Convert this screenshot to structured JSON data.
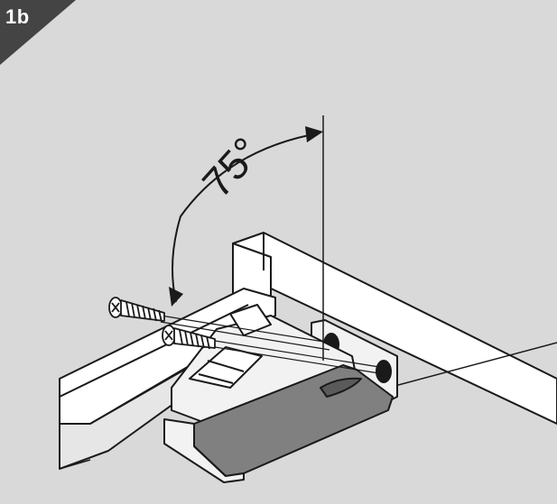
{
  "step": {
    "label": "1b"
  },
  "angle": {
    "label": "75°",
    "degrees": 75
  },
  "icons": {
    "badge": "corner-step-badge",
    "screw": "wood-screw-icon",
    "bracket": "clip-bracket-icon",
    "arrow": "double-arrow-arc-icon"
  },
  "colors": {
    "background": "#d9d9d9",
    "badge": "#444444",
    "panel": "#ffffff",
    "outline": "#1a1a1a",
    "bracket_body": "#808080",
    "bracket_base": "#f2f2f2"
  }
}
